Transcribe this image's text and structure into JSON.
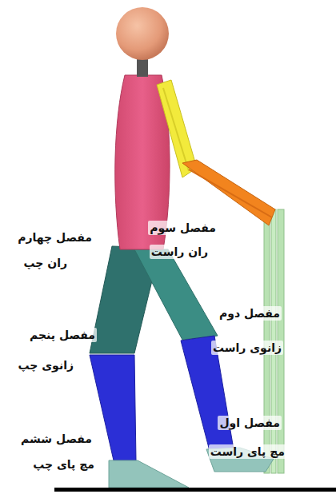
{
  "diagram": {
    "labels": [
      "مفصل چهارم",
      "مفصل سوم",
      "ران چپ",
      "ران راست",
      "مفصل دوم",
      "مفصل پنجم",
      "زانوی راست",
      "زانوی چپ",
      "مفصل اول",
      "مفصل ششم",
      "مچ پای راست",
      "مچ پای چپ"
    ]
  }
}
